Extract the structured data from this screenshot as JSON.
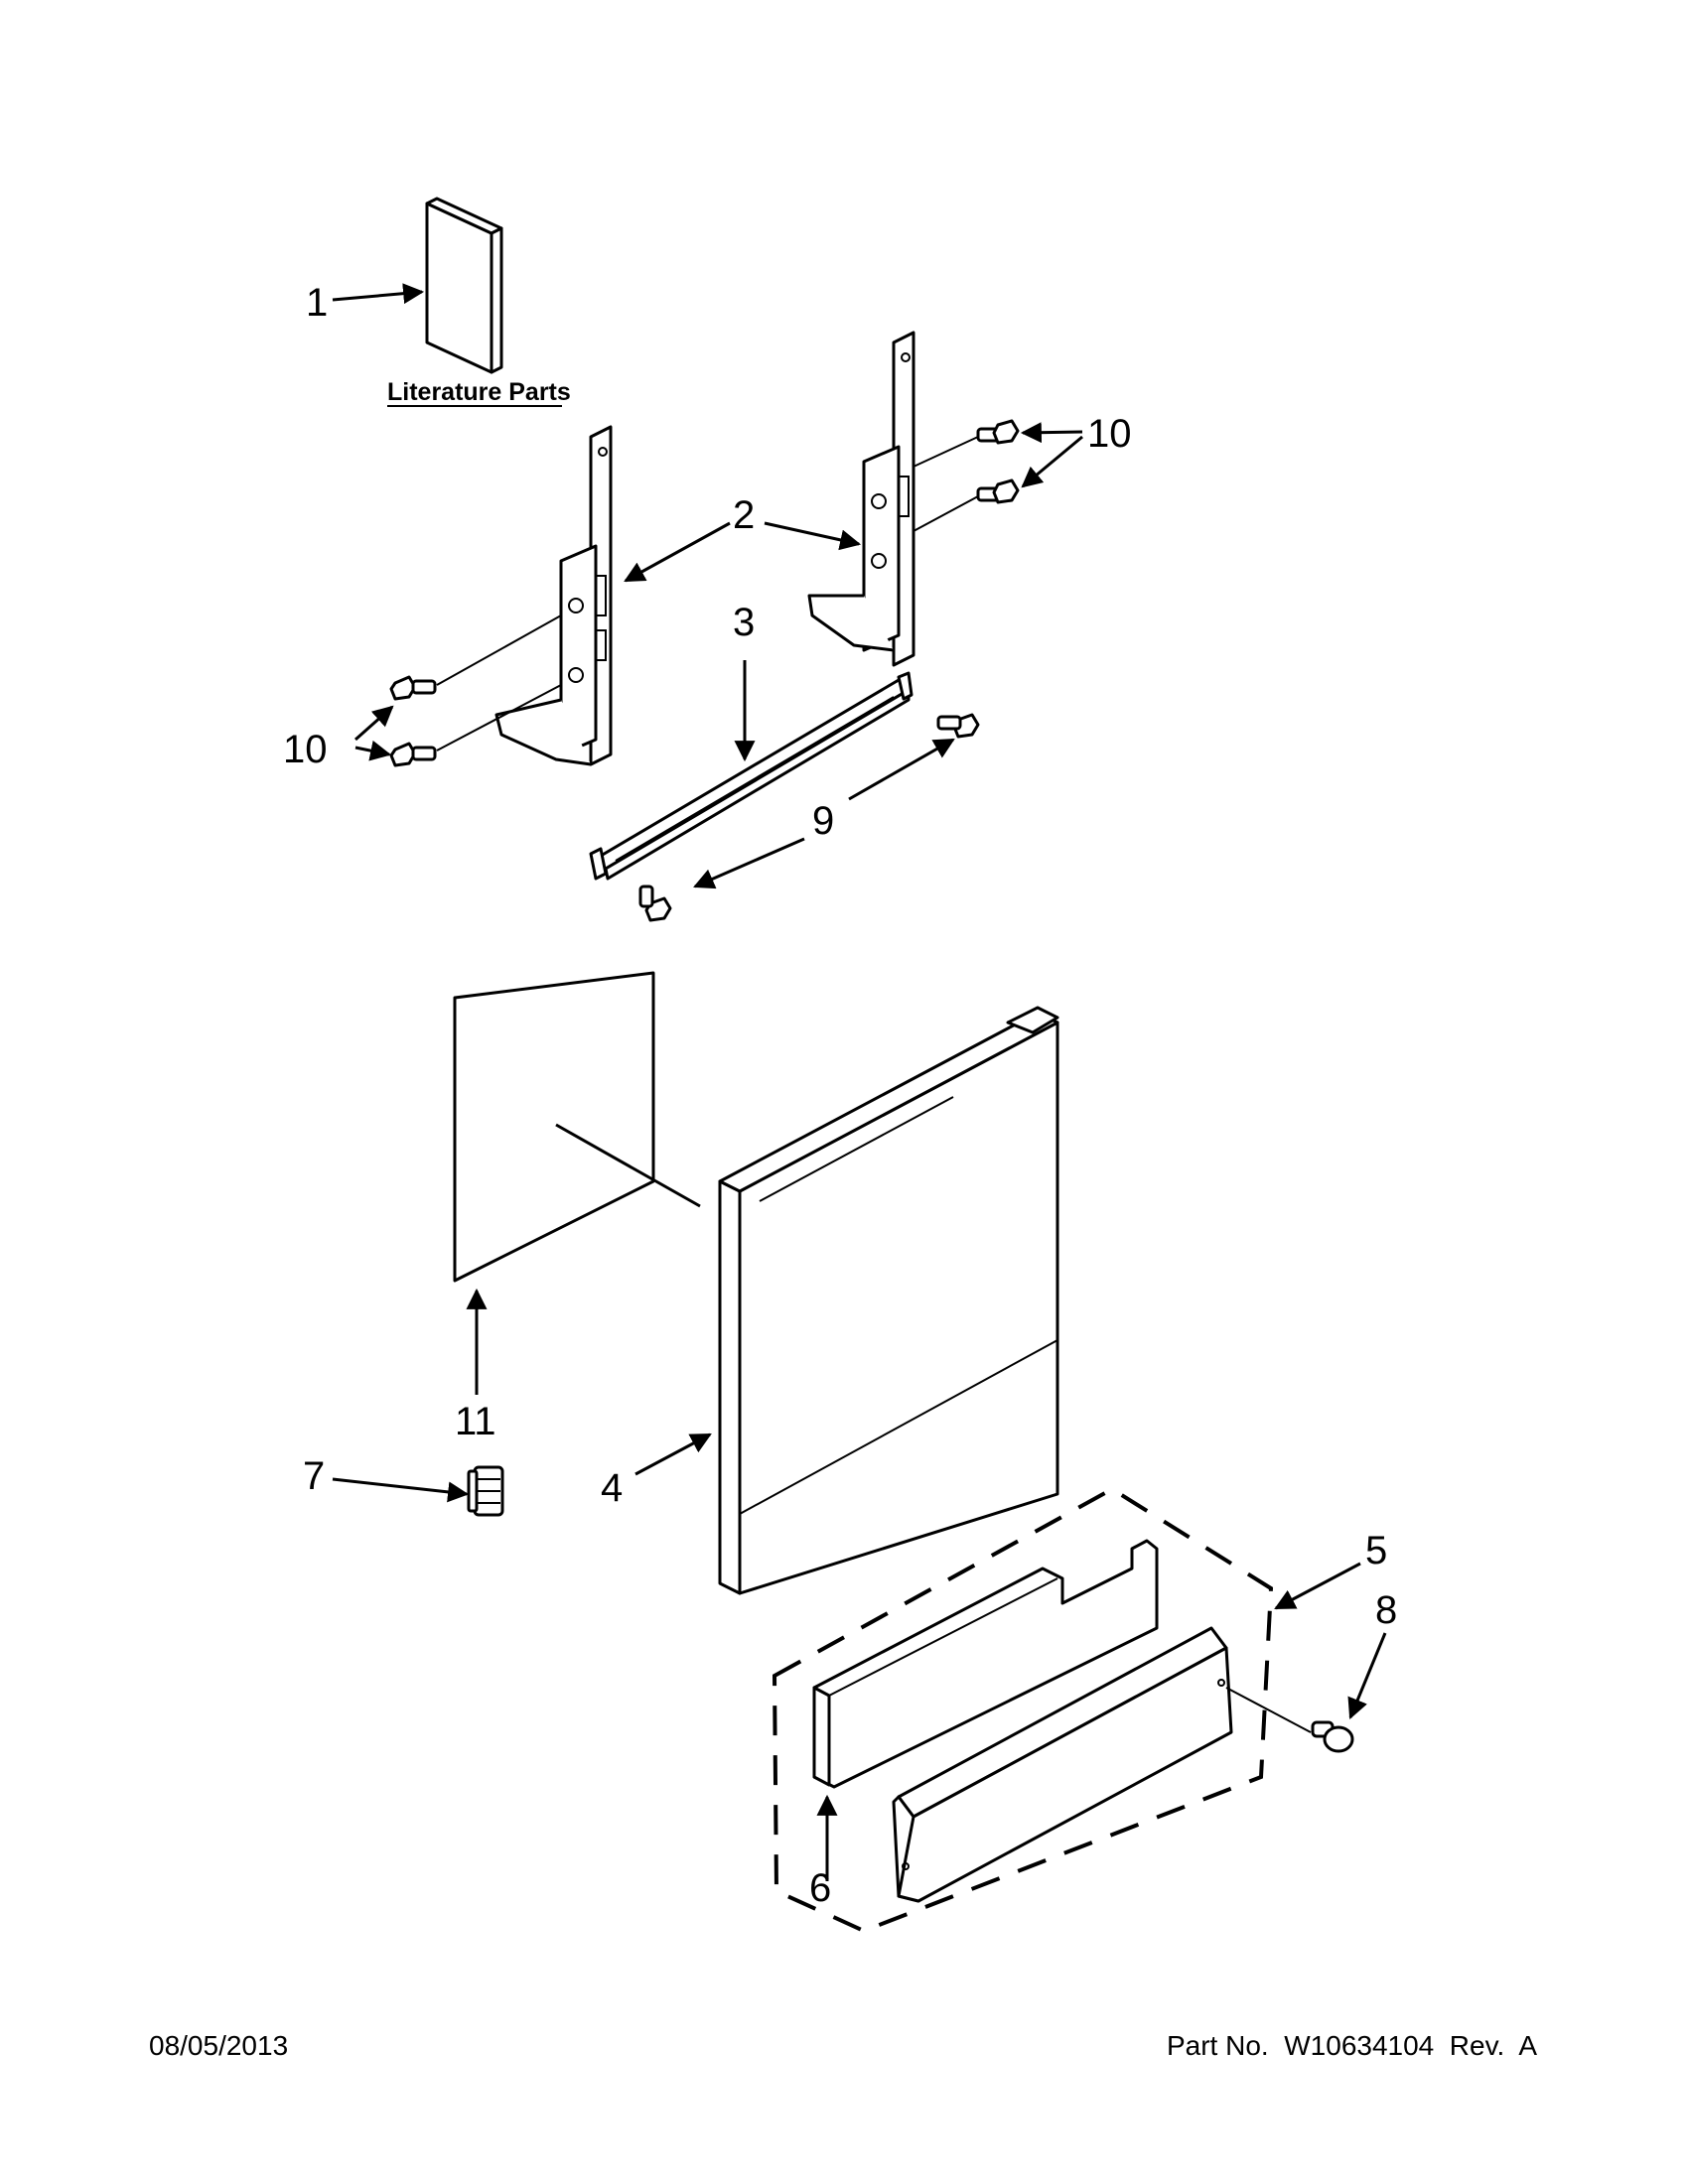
{
  "labels": {
    "literature": "Literature Parts",
    "c1": "1",
    "c2": "2",
    "c3": "3",
    "c4": "4",
    "c5": "5",
    "c6": "6",
    "c7": "7",
    "c8": "8",
    "c9": "9",
    "c10a": "10",
    "c10b": "10",
    "c11": "11"
  },
  "footer": {
    "date": "08/05/2013",
    "part_no": "Part No.  W10634104  Rev.  A"
  }
}
